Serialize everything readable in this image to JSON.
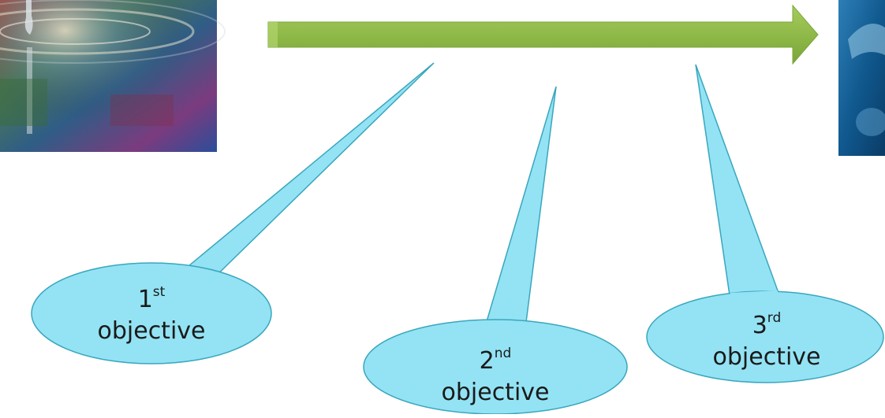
{
  "colors": {
    "arrow_fill": "#8fb948",
    "arrow_stroke": "#7aa53a",
    "callout_fill": "#93e3f4",
    "callout_stroke": "#3aa6bd"
  },
  "images": {
    "left": "water-drop-splash-photo",
    "right": "underwater-blue-photo"
  },
  "callouts": [
    {
      "number": "1",
      "suffix": "st",
      "label": "objective"
    },
    {
      "number": "2",
      "suffix": "nd",
      "label": "objective"
    },
    {
      "number": "3",
      "suffix": "rd",
      "label": "objective"
    }
  ]
}
